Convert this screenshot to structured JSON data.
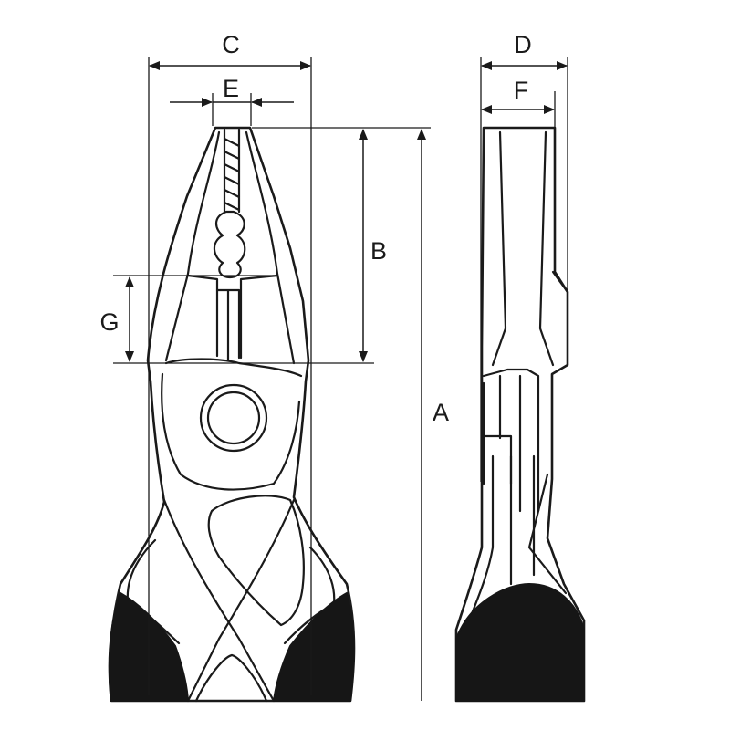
{
  "diagram": {
    "labels": {
      "a": "A",
      "b": "B",
      "c": "C",
      "d": "D",
      "e": "E",
      "f": "F",
      "g": "G"
    },
    "colors": {
      "line": "#1a1a1a",
      "grip": "#161616",
      "background": "#ffffff"
    }
  }
}
